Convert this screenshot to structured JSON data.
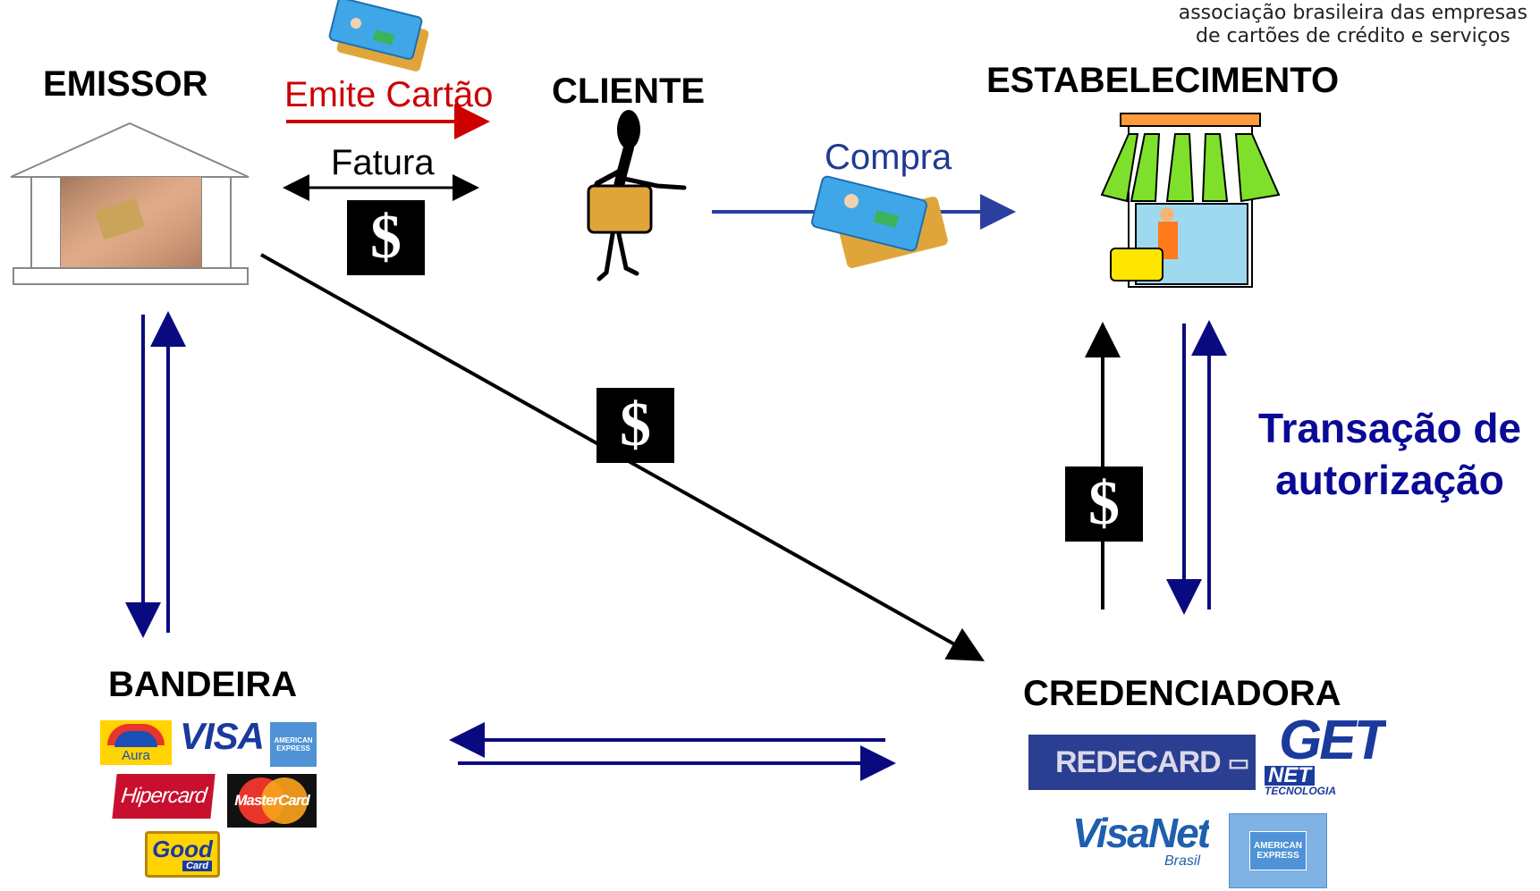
{
  "header": {
    "abecs_line1": "associação brasileira das empresas",
    "abecs_line2": "de cartões de crédito e serviços"
  },
  "nodes": {
    "emissor": "EMISSOR",
    "cliente": "CLIENTE",
    "estabelecimento": "ESTABELECIMENTO",
    "bandeira": "BANDEIRA",
    "credenciadora": "CREDENCIADORA"
  },
  "flows": {
    "emite_cartao": "Emite Cartão",
    "fatura": "Fatura",
    "compra": "Compra",
    "transacao_line1": "Transação de",
    "transacao_line2": "autorização",
    "currency_symbol": "$"
  },
  "bandeira_logos": {
    "aura": "Aura",
    "visa": "VISA",
    "amex": "AMERICAN EXPRESS",
    "hipercard": "Hipercard",
    "mastercard": "MasterCard",
    "good_line1": "Good",
    "good_line2": "Card"
  },
  "credenciadora_logos": {
    "redecard": "REDECARD",
    "getnet_line1": "GET",
    "getnet_line2": "NET",
    "getnet_line3": "TECNOLOGIA",
    "visanet_line1": "VisaNet",
    "visanet_line2": "Brasil",
    "amex": "AMERICAN EXPRESS"
  },
  "colors": {
    "flow_red": "#cc0000",
    "flow_blue": "#1a1a8c",
    "transacao_blue": "#0a0a96",
    "compra_blue": "#1f3a93",
    "black": "#000000"
  }
}
